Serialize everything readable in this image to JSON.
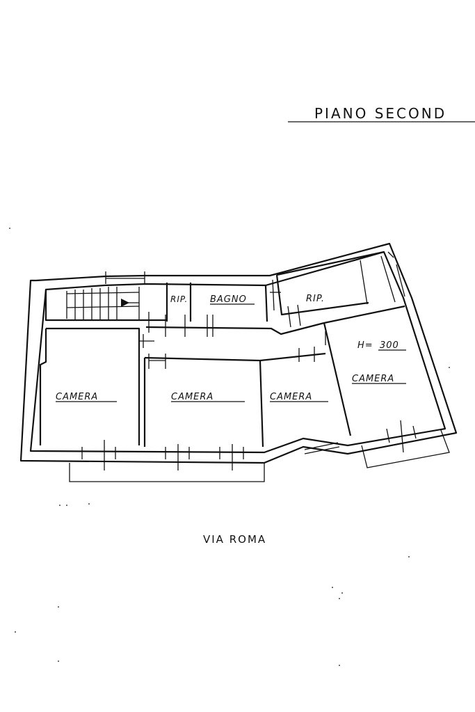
{
  "title": "PIANO SECOND",
  "rooms": {
    "rip_small": "RIP.",
    "bagno": "BAGNO",
    "rip_right": "RIP.",
    "height_prefix": "H=",
    "height_value": "300",
    "camera_1": "CAMERA",
    "camera_2": "CAMERA",
    "camera_3": "CAMERA",
    "camera_4": "CAMERA"
  },
  "street": "VIA ROMA",
  "colors": {
    "ink": "#111111",
    "paper": "#ffffff"
  }
}
